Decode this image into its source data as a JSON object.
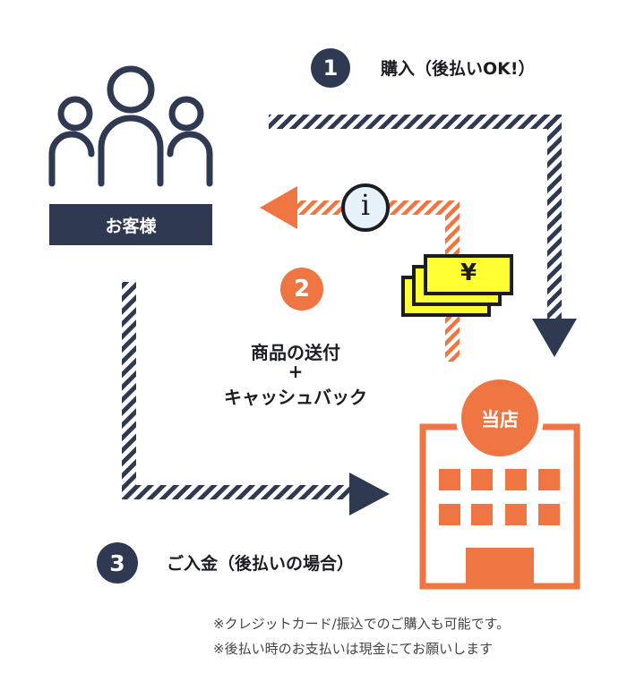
{
  "customer": {
    "label": "お客様"
  },
  "shop": {
    "label": "当店"
  },
  "steps": [
    {
      "number": "1",
      "label": "購入（後払いOK!）"
    },
    {
      "number": "2",
      "label_line1": "商品の送付",
      "label_line2": "+",
      "label_line3": "キャッシュバック"
    },
    {
      "number": "3",
      "label": "ご入金（後払いの場合）"
    }
  ],
  "info_badge": "i",
  "money_symbol": "¥",
  "notes": [
    "※クレジットカード/振込でのご購入も可能です。",
    "※後払い時のお支払いは現金にてお願いします"
  ],
  "colors": {
    "navy": "#2f3a52",
    "orange": "#ef7642",
    "yellow": "#ffff33",
    "info_bg": "#e8f2fa"
  }
}
